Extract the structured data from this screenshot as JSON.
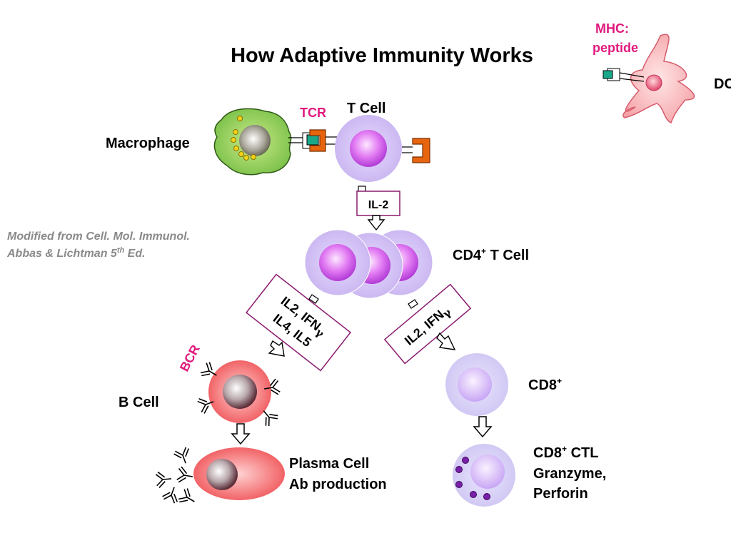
{
  "title": "How Adaptive Immunity Works",
  "credit": {
    "line1": "Modified from Cell. Mol. Immunol.",
    "line2_prefix": "Abbas  & Lichtman 5",
    "line2_sup": "th",
    "line2_suffix": " Ed."
  },
  "labels": {
    "mhc_line1": "MHC:",
    "mhc_line2": "peptide",
    "dc": "DC",
    "tcr": "TCR",
    "t_cell": "T Cell",
    "macrophage": "Macrophage",
    "il2": "IL-2",
    "cd4_main": "CD4",
    "cd4_sup": "+",
    "cd4_rest": " T Cell",
    "bcr": "BCR",
    "b_cell": "B Cell",
    "cd8_main": "CD8",
    "cd8_sup": "+",
    "plasma_line1": "Plasma Cell",
    "plasma_line2": "Ab production",
    "ctl_main": "CD8",
    "ctl_sup": "+",
    "ctl_rest": " CTL",
    "ctl_line2": "Granzyme,",
    "ctl_line3": "Perforin"
  },
  "cytokines": {
    "left_line1": "IL2, IFN",
    "left_line1_greek": "γ",
    "left_line2": "IL4, IL5",
    "right_line1": "IL2, IFN",
    "right_line1_greek": "γ"
  },
  "colors": {
    "pink_label": "#e0197d",
    "credit_gray": "#8a8a8a",
    "receptor_orange": "#e8650f",
    "mhc_green": "#1aa88a"
  }
}
